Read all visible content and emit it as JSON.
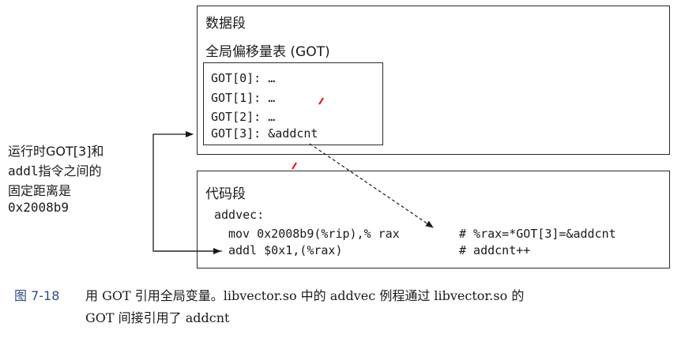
{
  "data_segment": {
    "title": "数据段",
    "got_title": "全局偏移量表 (GOT)",
    "got_entries": [
      "GOT[0]: …",
      "GOT[1]: …",
      "GOT[2]: …",
      "GOT[3]: &addcnt"
    ]
  },
  "code_segment": {
    "title": "代码段",
    "label": "addvec:",
    "instr_1": "mov 0x2008b9(%rip),% rax",
    "instr_2": "addl $0x1,(%rax)",
    "comment_1": "# %rax=*GOT[3]=&addcnt",
    "comment_2": "# addcnt++"
  },
  "side_note": {
    "lines": [
      "运行时GOT[3]和",
      "addl指令之间的",
      "固定距离是",
      "0x2008b9"
    ]
  },
  "caption": {
    "label": "图 7-18",
    "line_1": "用 GOT 引用全局变量。libvector.so 中的 addvec 例程通过 libvector.so 的",
    "line_2": "GOT 间接引用了 addcnt"
  },
  "colors": {
    "caption_label": "#2c4f86",
    "marks": "#e0201a"
  }
}
